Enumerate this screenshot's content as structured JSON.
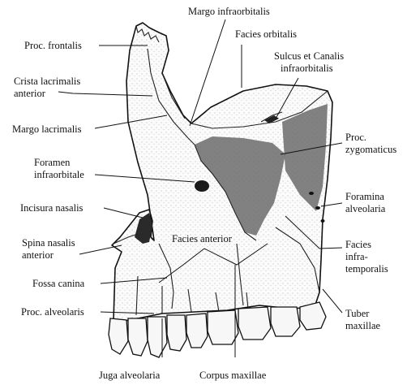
{
  "figure": {
    "labels": {
      "proc_frontalis": "Proc. frontalis",
      "crista_1": "Crista lacrimalis",
      "crista_2": "anterior",
      "margo_lacrimalis": "Margo lacrimalis",
      "foramen_1": "Foramen",
      "foramen_2": "infraorbitale",
      "incisura_nasalis": "Incisura nasalis",
      "spina_1": "Spina nasalis",
      "spina_2": "anterior",
      "fossa_canina": "Fossa canina",
      "proc_alveolaris": "Proc. alveolaris",
      "juga_alveolaria": "Juga alveolaria",
      "margo_infraorbitalis": "Margo infraorbitalis",
      "facies_orbitalis": "Facies orbitalis",
      "sulcus_1": "Sulcus et Canalis",
      "sulcus_2": "infraorbitalis",
      "proc_zyg_1": "Proc.",
      "proc_zyg_2": "zygomaticus",
      "foramina_1": "Foramina",
      "foramina_2": "alveolaria",
      "facies_infra_1": "Facies",
      "facies_infra_2": "infra-",
      "facies_infra_3": "temporalis",
      "tuber_1": "Tuber",
      "tuber_2": "maxillae",
      "facies_anterior": "Facies anterior",
      "corpus_maxillae": "Corpus maxillae"
    }
  }
}
